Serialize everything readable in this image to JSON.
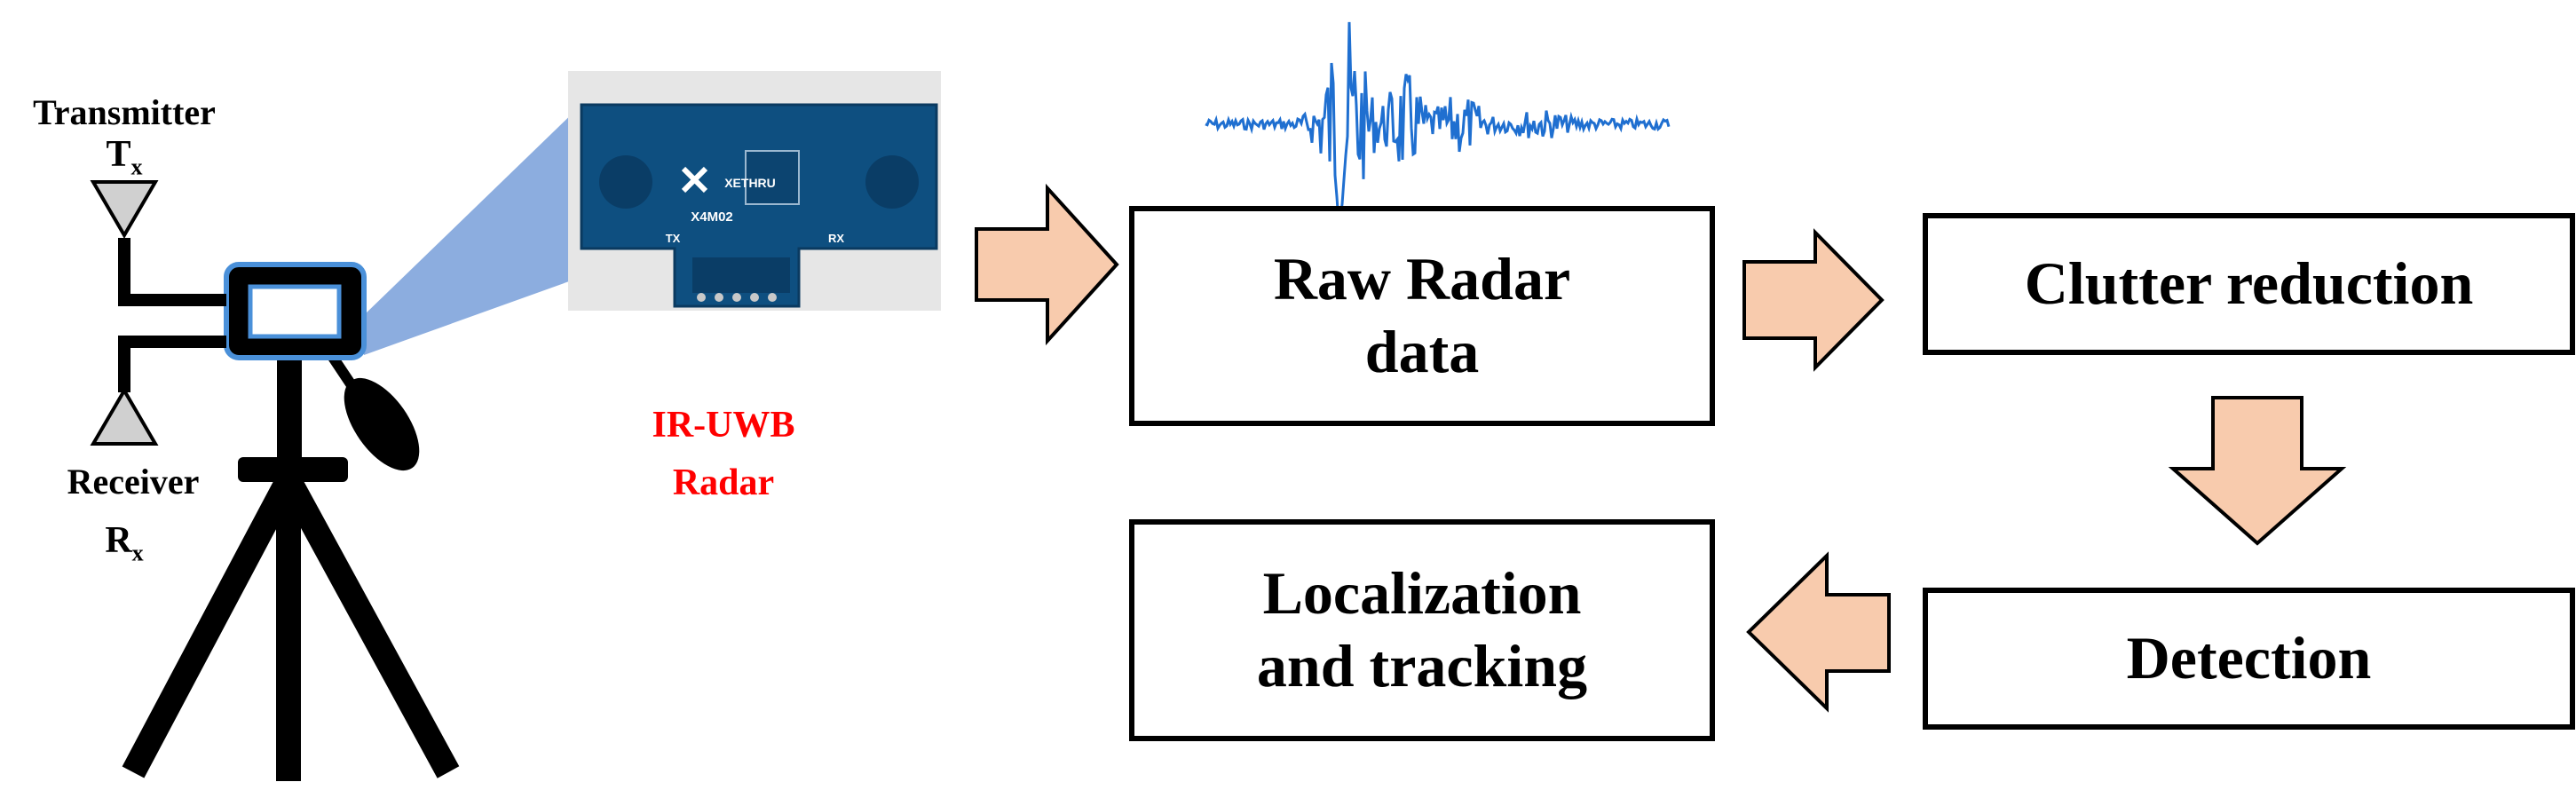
{
  "labels": {
    "transmitter": "Transmitter",
    "tx_main": "T",
    "tx_sub": "x",
    "receiver": "Receiver",
    "rx_main": "R",
    "rx_sub": "x",
    "radar_name_line1": "IR-UWB",
    "radar_name_line2": "Radar"
  },
  "board": {
    "brand": "XETHRU",
    "model": "X4M02",
    "tx_label": "TX",
    "rx_label": "RX"
  },
  "pipeline": {
    "raw": {
      "line1": "Raw Radar",
      "line2": "data"
    },
    "clutter": {
      "line1": "Clutter reduction"
    },
    "detection": {
      "line1": "Detection"
    },
    "localization": {
      "line1": "Localization",
      "line2": "and tracking"
    }
  },
  "colors": {
    "arrow_fill": "#F8CBAD",
    "radar_label": "#FF0000",
    "waveform": "#1F6FD0",
    "beam": "#7FA4DB",
    "board": "#0E4F80"
  }
}
